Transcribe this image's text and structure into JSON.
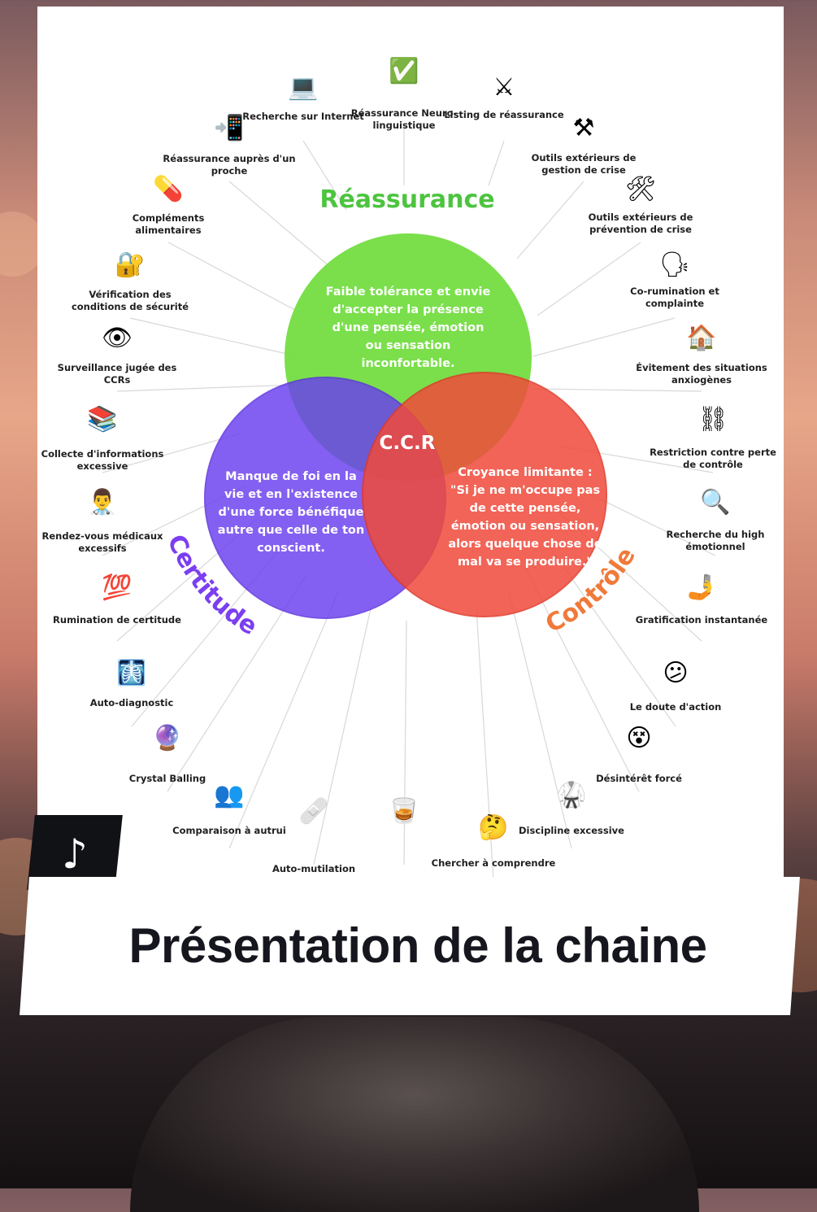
{
  "titles": {
    "reassurance": "Réassurance",
    "certitude": "Certitude",
    "controle": "Contrôle",
    "center": "C.C.R"
  },
  "circles": {
    "green": "Faible tolérance et envie d'accepter la présence d'une pensée, émotion ou sensation inconfortable.",
    "purple": "Manque de foi en la vie et en l'existence d'une force bénéfique autre que celle de ton conscient.",
    "red": "Croyance limitante : \"Si je ne m'occupe pas de cette pensée, émotion ou sensation, alors quelque chose de mal va se produire.\""
  },
  "colors": {
    "green": "#6fdc3c",
    "purple": "#6a3ef0",
    "red": "#f04a3a",
    "reassurance_title": "#4cc43f",
    "certitude_title": "#7b3ef0",
    "controle_title": "#f07a3a"
  },
  "spokes": [
    {
      "label": "Réassurance Neuro-linguistique",
      "icon": "✅",
      "icon_name": "check-box-icon"
    },
    {
      "label": "Listing de réassurance",
      "icon": "⚔",
      "icon_name": "crossed-swords-icon"
    },
    {
      "label": "Outils extérieurs de gestion de crise",
      "icon": "⚒",
      "icon_name": "hammer-pick-icon"
    },
    {
      "label": "Outils extérieurs de prévention de crise",
      "icon": "🛠",
      "icon_name": "tools-icon"
    },
    {
      "label": "Co-rumination et complainte",
      "icon": "🗣",
      "icon_name": "speaking-head-icon"
    },
    {
      "label": "Évitement des situations anxiogènes",
      "icon": "🏠",
      "icon_name": "house-icon"
    },
    {
      "label": "Restriction contre perte de contrôle",
      "icon": "⛓",
      "icon_name": "chains-icon"
    },
    {
      "label": "Recherche du high émotionnel",
      "icon": "🔍",
      "icon_name": "magnifier-icon"
    },
    {
      "label": "Gratification instantanée",
      "icon": "🤳",
      "icon_name": "phone-hand-icon"
    },
    {
      "label": "Le doute d'action",
      "icon": "😕",
      "icon_name": "confused-face-icon"
    },
    {
      "label": "Désintérêt forcé",
      "icon": "😵",
      "icon_name": "dizzy-face-icon"
    },
    {
      "label": "Discipline excessive",
      "icon": "🥋",
      "icon_name": "martial-arts-uniform-icon"
    },
    {
      "label": "Chercher à comprendre",
      "icon": "🤔",
      "icon_name": "thinking-face-icon"
    },
    {
      "label": "",
      "icon": "🥃",
      "icon_name": "whisky-glass-icon"
    },
    {
      "label": "Auto-mutilation",
      "icon": "🩹",
      "icon_name": "bandage-icon"
    },
    {
      "label": "Comparaison à autrui",
      "icon": "👥",
      "icon_name": "two-people-icon"
    },
    {
      "label": "Crystal Balling",
      "icon": "🔮",
      "icon_name": "crystal-ball-icon"
    },
    {
      "label": "Auto-diagnostic",
      "icon": "🩻",
      "icon_name": "xray-icon"
    },
    {
      "label": "Rumination de certitude",
      "icon": "💯",
      "icon_name": "hundred-icon"
    },
    {
      "label": "Rendez-vous médicaux excessifs",
      "icon": "👨‍⚕️",
      "icon_name": "doctor-icon"
    },
    {
      "label": "Collecte d'informations excessive",
      "icon": "📚",
      "icon_name": "books-icon"
    },
    {
      "label": "Surveillance jugée des CCRs",
      "icon": "👁",
      "icon_name": "eye-icon"
    },
    {
      "label": "Vérification des conditions de sécurité",
      "icon": "🔐",
      "icon_name": "lock-key-icon"
    },
    {
      "label": "Compléments alimentaires",
      "icon": "💊",
      "icon_name": "pill-icon"
    },
    {
      "label": "Réassurance auprès d'un proche",
      "icon": "📲",
      "icon_name": "mobile-phone-icon"
    },
    {
      "label": "Recherche sur Internet",
      "icon": "💻",
      "icon_name": "laptop-icon"
    }
  ],
  "banner": {
    "text": "Présentation de la chaine"
  },
  "tiktok": {
    "logo": "♪"
  }
}
